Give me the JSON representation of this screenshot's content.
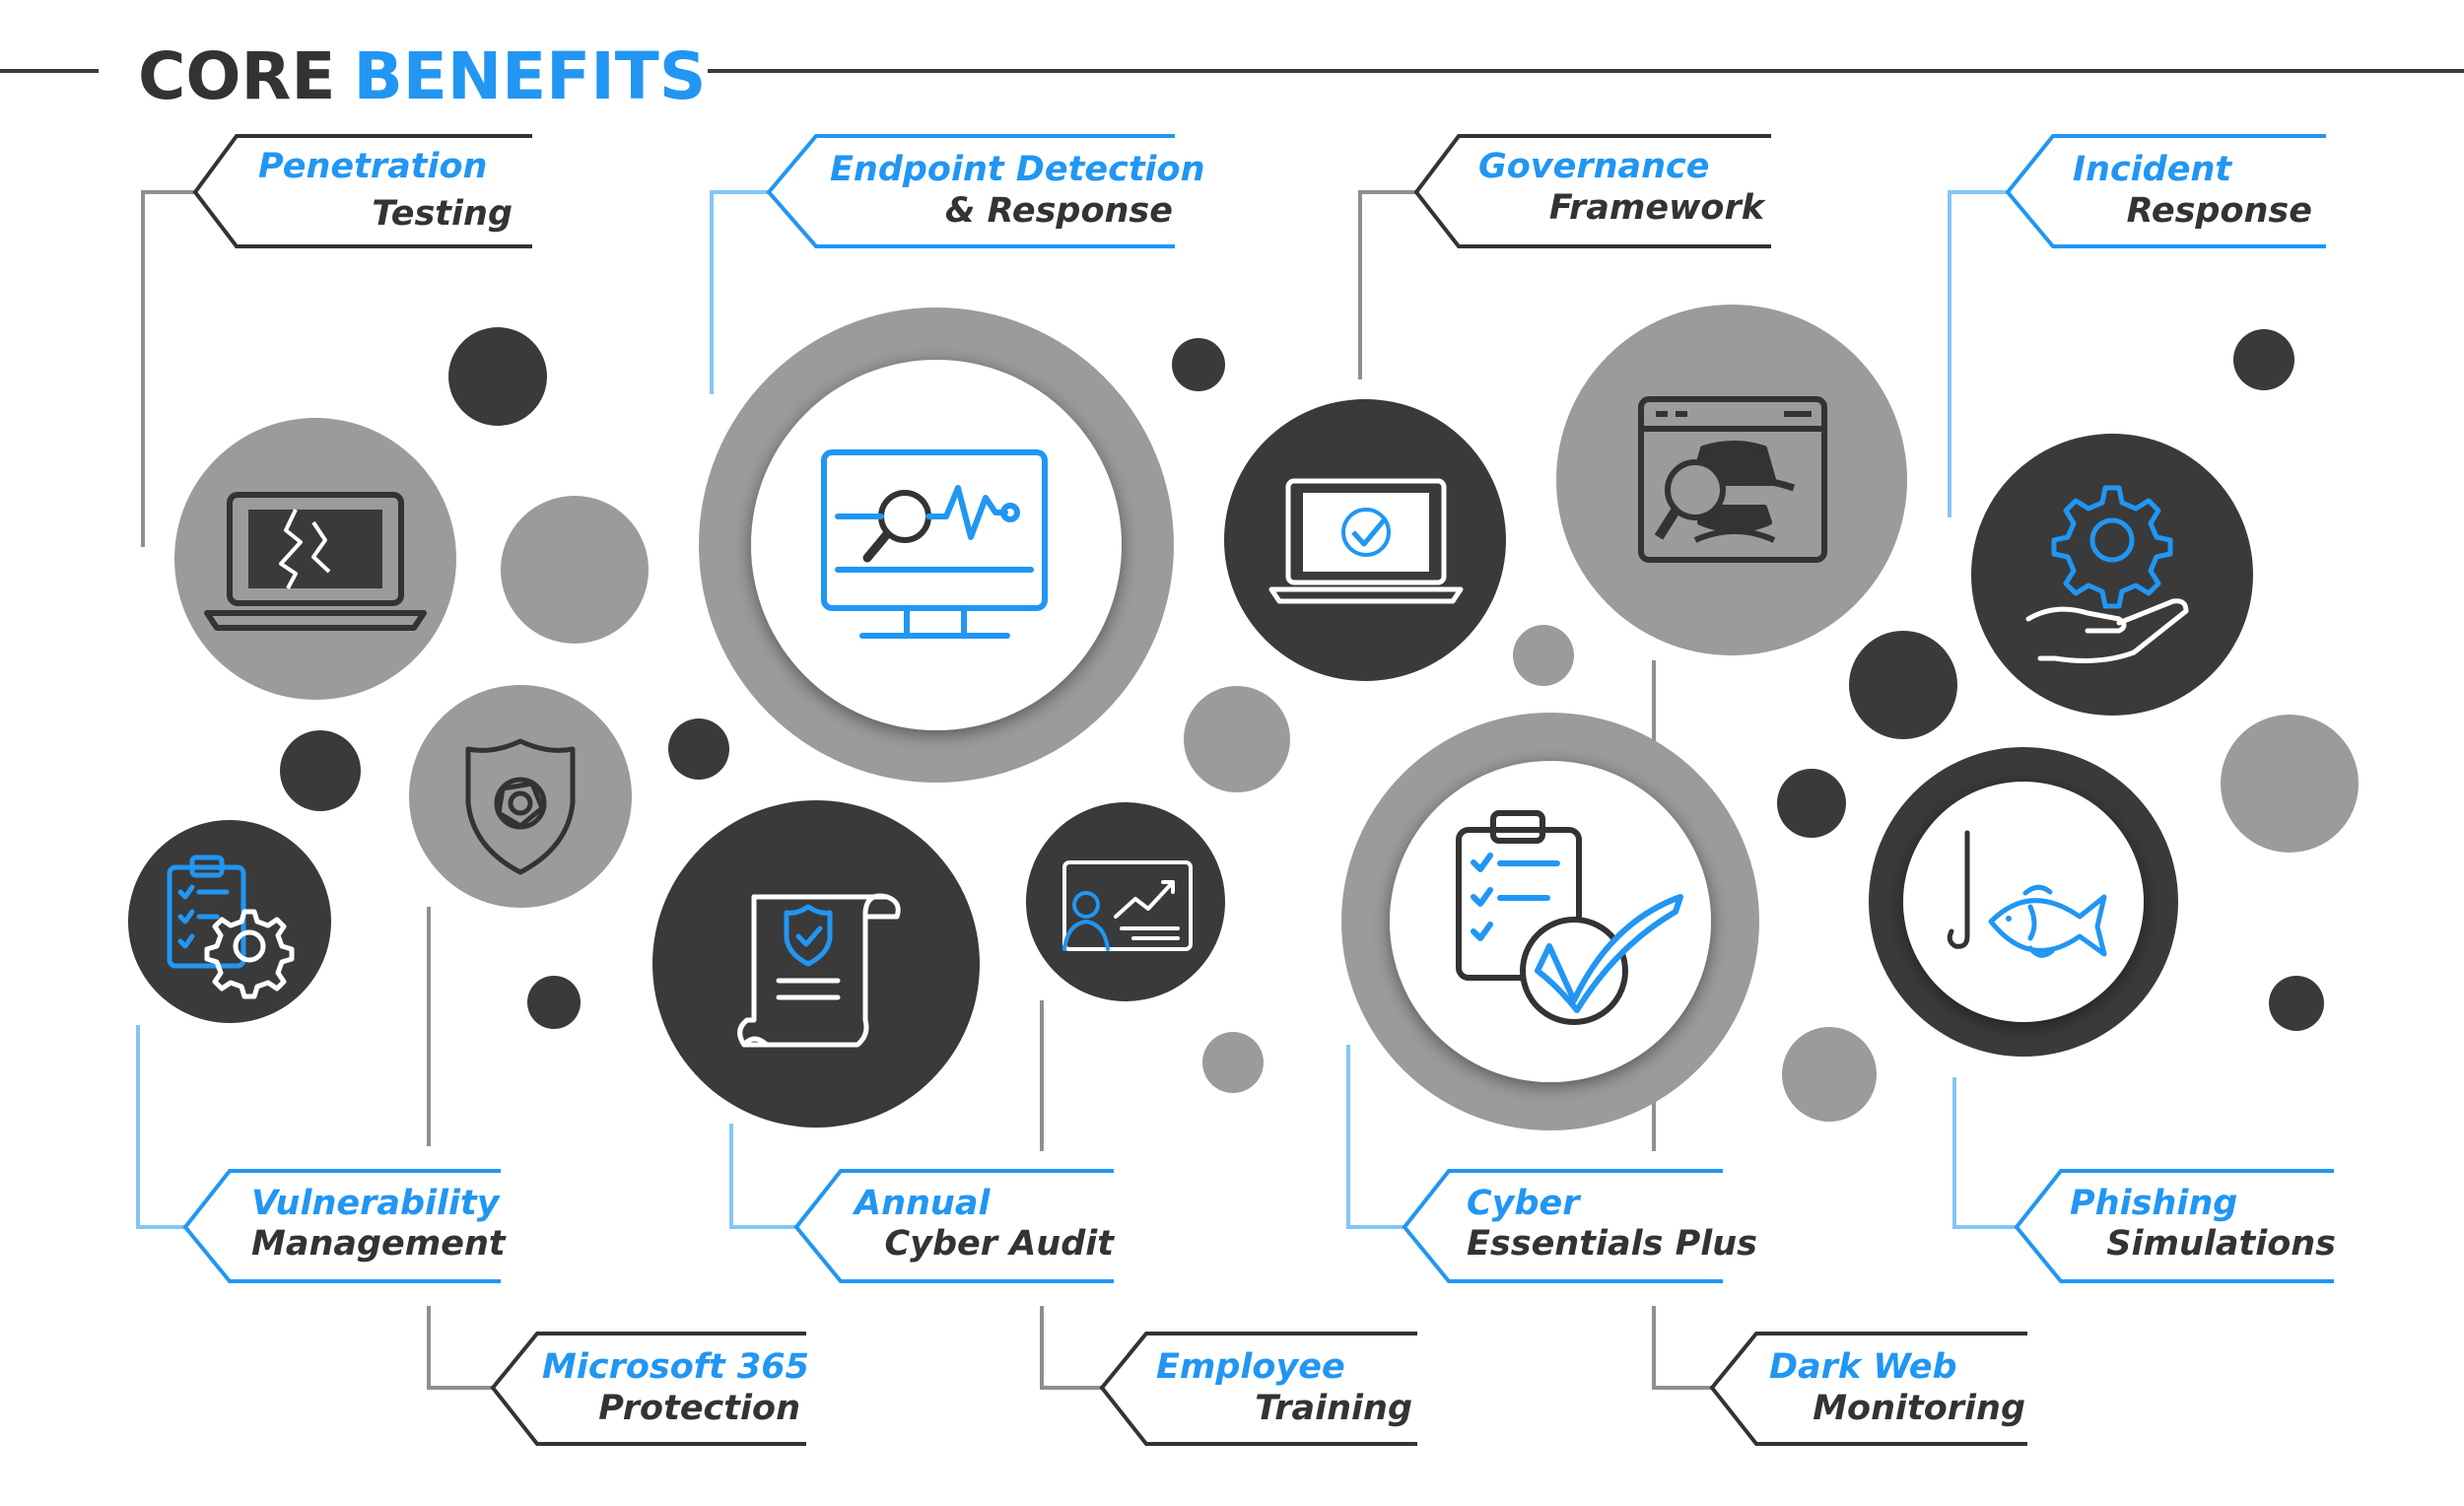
{
  "header": {
    "title_dark": "CORE",
    "title_blue": "BENEFITS"
  },
  "colors": {
    "blue": "#2196f3",
    "dark": "#3a3a3a",
    "gray": "#9b9b9b",
    "line_gray": "#8f8f8f",
    "line_blue": "#85c6f5"
  },
  "services": [
    {
      "id": "penetration-testing",
      "line1": "Penetration",
      "line2": "Testing",
      "icon": "broken-laptop-icon"
    },
    {
      "id": "endpoint-detection",
      "line1": "Endpoint Detection",
      "line2": "& Response",
      "icon": "monitor-analytics-icon"
    },
    {
      "id": "governance-framework",
      "line1": "Governance",
      "line2": "Framework",
      "icon": "laptop-check-icon"
    },
    {
      "id": "incident-response",
      "line1": "Incident",
      "line2": "Response",
      "icon": "gear-hand-icon"
    },
    {
      "id": "vulnerability-management",
      "line1": "Vulnerability",
      "line2": "Management",
      "icon": "clipboard-gear-icon"
    },
    {
      "id": "microsoft-365",
      "line1": "Microsoft 365",
      "line2": "Protection",
      "icon": "shield-logo-icon"
    },
    {
      "id": "annual-cyber-audit",
      "line1": "Annual",
      "line2": "Cyber Audit",
      "icon": "certificate-scroll-icon"
    },
    {
      "id": "employee-training",
      "line1": "Employee",
      "line2": "Training",
      "icon": "presentation-board-icon"
    },
    {
      "id": "cyber-essentials-plus",
      "line1": "Cyber",
      "line2": "Essentials Plus",
      "icon": "clipboard-checkmark-icon"
    },
    {
      "id": "dark-web-monitoring",
      "line1": "Dark Web",
      "line2": "Monitoring",
      "icon": "spy-browser-icon"
    },
    {
      "id": "phishing-simulations",
      "line1": "Phishing",
      "line2": "Simulations",
      "icon": "fish-hook-icon"
    }
  ]
}
